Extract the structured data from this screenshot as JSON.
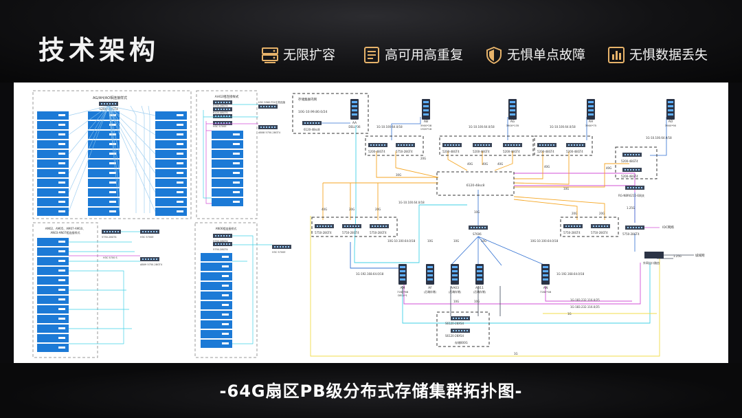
{
  "header": {
    "title": "技术架构",
    "features": [
      {
        "label": "无限扩容",
        "icon": "server-rack-icon"
      },
      {
        "label": "高可用高重复",
        "icon": "document-list-icon"
      },
      {
        "label": "无惧单点故障",
        "icon": "shield-icon"
      },
      {
        "label": "无惧数据丢失",
        "icon": "bar-chart-icon"
      }
    ]
  },
  "diagram": {
    "left": {
      "group_top_label": "AG/AH/AO相连接样式",
      "switch_top_label": "5200-48GT4",
      "group_tr_label": "AH02相连接样式",
      "group_tr_items": [
        "H3C 5560 P2V主机连接",
        "5750-28GT4",
        "6120-48GTS",
        "H3C 5700E",
        "AB08 5750-28GT4"
      ],
      "group_bl_label": "AM02、AM05、AM07-AM10、AN03-AN07相连接样式",
      "group_bl_items": [
        "5750-28GT4",
        "H3C 5700E",
        "H3C 5700 S",
        "AB09 5750-28GT4"
      ],
      "group_br_label": "AN06相连接样式",
      "group_br_items": [
        "5750-28GT4",
        "5750-28GT4",
        "H3C 5700E"
      ]
    },
    "right": {
      "mgmt_label": "存储集群内网",
      "mgmt_link": "10G-10.99.80.0/24",
      "mgmt_switch": "6120-48sc8",
      "servers": [
        {
          "name": "AA",
          "sub": "DELL*36"
        },
        {
          "name": "AB",
          "sub": "3900*28\n1920*18"
        },
        {
          "name": "AG",
          "sub": "3900*135"
        },
        {
          "name": "AH",
          "sub": "3900*75"
        },
        {
          "name": "AO",
          "sub": "3900*90"
        },
        {
          "name": "AM",
          "sub": "7282*68\nDELL*1"
        },
        {
          "name": "AF",
          "sub": "(后端存储)"
        },
        {
          "name": "AA03",
          "sub": "(后端存储)"
        },
        {
          "name": "AB11",
          "sub": "(后端存储)"
        },
        {
          "name": "AN",
          "sub": "7282*46"
        }
      ],
      "switches": [
        "5200-48GT4",
        "5750-28GT4",
        "5200-48GT4",
        "5200-48GT4",
        "5200-48GT4",
        "5200-48GT4",
        "5200-48GT4",
        "5200-48GT4",
        "5200-48GT4",
        "5750-28GT4",
        "5750-28GT4",
        "5750-28GT4",
        "5750-28GT4",
        "5750-28GT4",
        "5750-28GT4",
        "S7606"
      ],
      "core": "6120-48sc8",
      "storage_switches": [
        "S6120-28XS4",
        "S6120-28XS4"
      ],
      "storage_label": "存储800G",
      "gateway": "RG-NBR6215-E网关",
      "idc": "IDC网络",
      "wan_label": "城域网",
      "outlet": "外网出口路由",
      "links": [
        "1G-10.100.64.0/18",
        "40G",
        "20G",
        "30G",
        "10G",
        "10G-10.100.64.0/18",
        "1G-192.168.64.0/18",
        "1G-183.232.116.0/25",
        "1G",
        "1.25G"
      ]
    }
  },
  "caption": "-64G扇区PB级分布式存储集群拓扑图-",
  "colors": {
    "accent_orange": "#f5a623",
    "cyan": "#3fd1e6",
    "magenta": "#d14fd6",
    "blue": "#2f6fd1",
    "server_blue": "#1c7ad6"
  }
}
